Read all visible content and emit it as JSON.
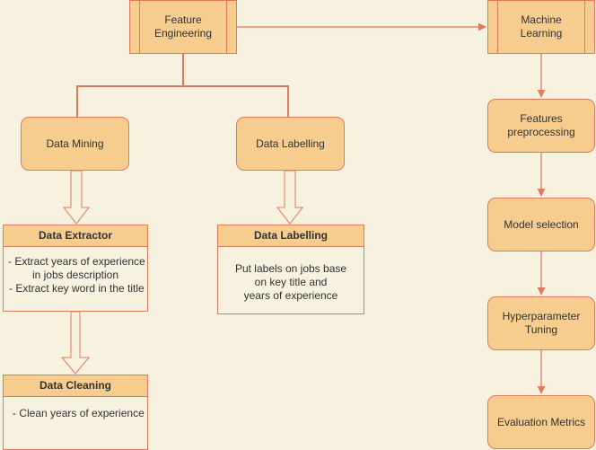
{
  "colors": {
    "background": "#f7f1df",
    "node_fill": "#f6cd8e",
    "stroke": "#e07a5f",
    "text": "#333333"
  },
  "nodes": {
    "feature_engineering": {
      "lines": [
        "Feature",
        "Engineering"
      ]
    },
    "machine_learning": {
      "lines": [
        "Machine",
        "Learning"
      ]
    },
    "data_mining": {
      "label": "Data Mining"
    },
    "data_labelling": {
      "label": "Data Labelling"
    },
    "features_preprocessing": {
      "lines": [
        "Features",
        "preprocessing"
      ]
    },
    "model_selection": {
      "label": "Model selection"
    },
    "hyperparameter_tuning": {
      "lines": [
        "Hyperparameter",
        "Tuning"
      ]
    },
    "evaluation_metrics": {
      "label": "Evaluation Metrics"
    }
  },
  "panels": {
    "data_extractor": {
      "title": "Data Extractor",
      "lines": [
        "- Extract years of experience",
        "in jobs description",
        " - Extract key word in the title"
      ]
    },
    "data_labelling_detail": {
      "title": "Data Labelling",
      "lines": [
        "Put labels on jobs base",
        "on key title and",
        "years of experience"
      ]
    },
    "data_cleaning": {
      "title": "Data Cleaning",
      "lines": [
        " - Clean years of experience"
      ]
    }
  }
}
